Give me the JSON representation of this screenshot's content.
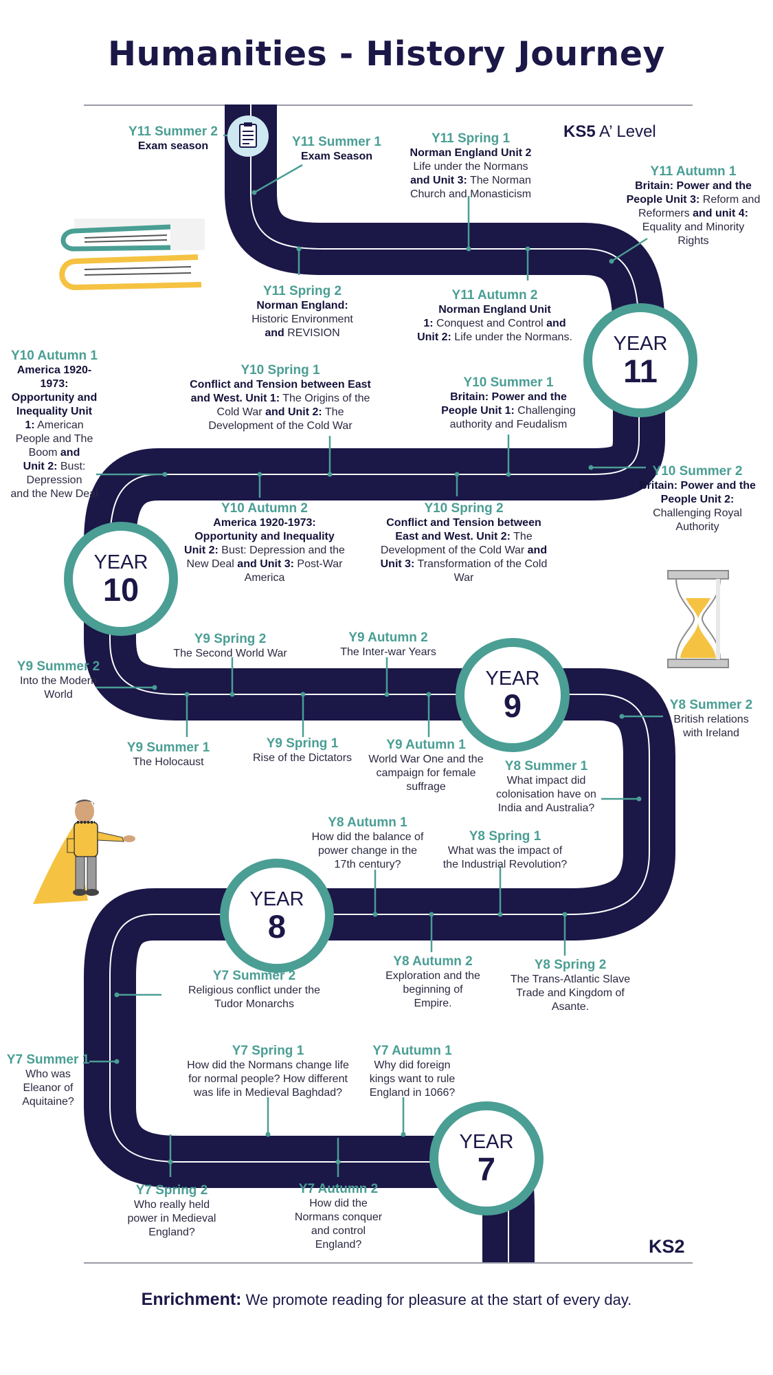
{
  "page_title": "Humanities - History Journey",
  "ks5": {
    "bold": "KS5",
    "rest": " A’ Level"
  },
  "ks2": "KS2",
  "enrichment": {
    "label": "Enrichment:",
    "text": " We promote reading for pleasure at the start of every day."
  },
  "years": {
    "y11": {
      "word": "YEAR",
      "num": "11"
    },
    "y10": {
      "word": "YEAR",
      "num": "10"
    },
    "y9": {
      "word": "YEAR",
      "num": "9"
    },
    "y8": {
      "word": "YEAR",
      "num": "8"
    },
    "y7": {
      "word": "YEAR",
      "num": "7"
    }
  },
  "milestones": {
    "y11_summer2": {
      "term": "Y11 Summer 2",
      "html": "<b>Exam season</b>"
    },
    "y11_summer1": {
      "term": "Y11 Summer 1",
      "html": "<b>Exam Season</b>"
    },
    "y11_spring1": {
      "term": "Y11 Spring 1",
      "html": "<b>Norman England Unit 2</b><br>Life under the Normans<br><b>and Unit 3:</b> The Norman<br>Church and Monasticism"
    },
    "y11_autumn1": {
      "term": "Y11 Autumn 1",
      "html": "<b>Britain: Power and the</b><br><b>People Unit 3:</b> Reform and<br>Reformers <b>and unit 4:</b><br>Equality and Minority<br>Rights"
    },
    "y11_spring2": {
      "term": "Y11 Spring 2",
      "html": "<b>Norman England:</b><br>Historic Environment<br><b>and</b> REVISION"
    },
    "y11_autumn2": {
      "term": "Y11 Autumn 2",
      "html": "<b>Norman England Unit</b><br><b>1:</b> Conquest and Control <b>and</b><br><b>Unit 2:</b> Life under the Normans."
    },
    "y10_autumn1": {
      "term": "Y10 Autumn 1",
      "html": "<b>America 1920-</b><br><b>1973:</b><br><b>Opportunity and</b><br><b>Inequality Unit</b><br><b>1:</b> American<br>People and The<br>Boom <b>and</b><br><b>Unit 2:</b> Bust:<br>Depression<br>and the New Deal"
    },
    "y10_spring1": {
      "term": "Y10 Spring 1",
      "html": "<b>Conflict and Tension between East</b><br><b>and West. Unit 1:</b> The Origins of the<br>Cold War <b>and Unit 2:</b> The<br>Development of the Cold War"
    },
    "y10_summer1": {
      "term": "Y10 Summer 1",
      "html": "<b>Britain: Power and the</b><br><b>People Unit 1:</b> Challenging<br>authority and Feudalism"
    },
    "y10_summer2": {
      "term": "Y10 Summer 2",
      "html": "<b>Britain: Power and the</b><br><b>People Unit 2:</b><br>Challenging Royal<br>Authority"
    },
    "y10_autumn2": {
      "term": "Y10 Autumn 2",
      "html": "<b>America 1920-1973:</b><br><b>Opportunity and Inequality</b><br><b>Unit 2:</b> Bust: Depression and the<br>New Deal <b>and Unit 3:</b> Post-War<br>America"
    },
    "y10_spring2": {
      "term": "Y10 Spring 2",
      "html": "<b>Conflict and Tension between</b><br><b>East and West. Unit 2:</b> The<br>Development of the Cold War <b>and</b><br><b>Unit 3:</b> Transformation of the Cold<br>War"
    },
    "y9_summer2": {
      "term": "Y9 Summer 2",
      "html": "Into the Modern<br>World"
    },
    "y9_spring2": {
      "term": "Y9 Spring 2",
      "html": "The Second World War"
    },
    "y9_autumn2": {
      "term": "Y9 Autumn 2",
      "html": "The Inter-war Years"
    },
    "y9_summer1": {
      "term": "Y9 Summer 1",
      "html": "The Holocaust"
    },
    "y9_spring1": {
      "term": "Y9 Spring 1",
      "html": "Rise of the Dictators"
    },
    "y9_autumn1": {
      "term": "Y9 Autumn 1",
      "html": "World War One and the<br>campaign for female<br>suffrage"
    },
    "y8_summer2": {
      "term": "Y8 Summer 2",
      "html": "British relations<br>with Ireland"
    },
    "y8_summer1": {
      "term": "Y8 Summer 1",
      "html": "What impact did<br>colonisation have on<br>India and Australia?"
    },
    "y8_autumn1": {
      "term": "Y8 Autumn 1",
      "html": "How did the balance of<br>power change in the<br>17th century?"
    },
    "y8_spring1": {
      "term": "Y8 Spring 1",
      "html": "What was the impact of<br>the Industrial Revolution?"
    },
    "y8_autumn2": {
      "term": "Y8 Autumn 2",
      "html": "Exploration and the<br>beginning of<br>Empire."
    },
    "y8_spring2": {
      "term": "Y8 Spring 2",
      "html": "The Trans-Atlantic Slave<br>Trade and Kingdom of<br>Asante."
    },
    "y7_summer2": {
      "term": "Y7 Summer 2",
      "html": "Religious conflict under the<br>Tudor Monarchs"
    },
    "y7_summer1": {
      "term": "Y7 Summer 1",
      "html": "Who was<br>Eleanor of<br>Aquitaine?"
    },
    "y7_spring1": {
      "term": "Y7 Spring 1",
      "html": "How did the Normans change life<br>for normal people? How different<br>was life in Medieval Baghdad?"
    },
    "y7_autumn1": {
      "term": "Y7 Autumn 1",
      "html": "Why did foreign<br>kings want to rule<br>England in 1066?"
    },
    "y7_spring2": {
      "term": "Y7 Spring 2",
      "html": "Who really held<br>power in Medieval<br>England?"
    },
    "y7_autumn2": {
      "term": "Y7 Autumn 2",
      "html": "How did the<br>Normans conquer<br>and control<br>England?"
    }
  },
  "colors": {
    "road": "#1b1747",
    "accent": "#4a9e94",
    "yellow": "#f5c242"
  },
  "icons": [
    "exam-clipboard-icon",
    "books-icon",
    "hourglass-icon",
    "knight-character-icon"
  ]
}
